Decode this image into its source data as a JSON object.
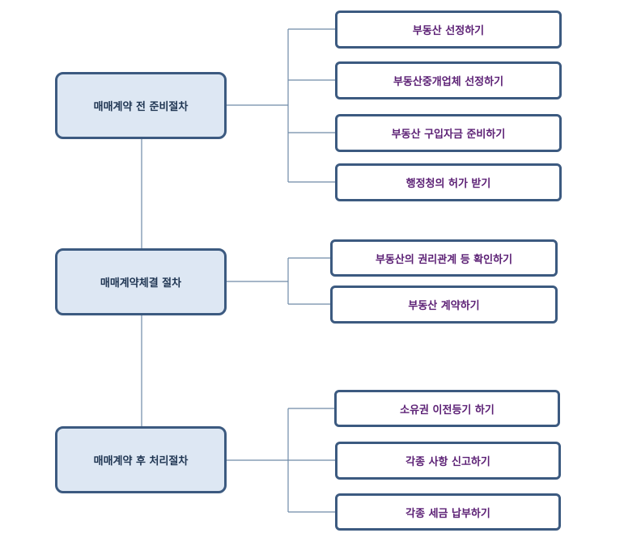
{
  "phases": [
    {
      "label": "매매계약 전 준비절차",
      "tasks": [
        "부동산 선정하기",
        "부동산중개업체 선정하기",
        "부동산 구입자금 준비하기",
        "행정청의 허가 받기"
      ]
    },
    {
      "label": "매매계약체결 절차",
      "tasks": [
        "부동산의 권리관계 등 확인하기",
        "부동산 계약하기"
      ]
    },
    {
      "label": "매매계약 후 처리절차",
      "tasks": [
        "소유권 이전등기 하기",
        "각종 사항 신고하기",
        "각종 세금 납부하기"
      ]
    }
  ],
  "colors": {
    "phase_fill": "#dde7f3",
    "box_border": "#3c5a80",
    "phase_text": "#1f3552",
    "task_text": "#5b1f74",
    "connector": "#6f8aa8"
  }
}
